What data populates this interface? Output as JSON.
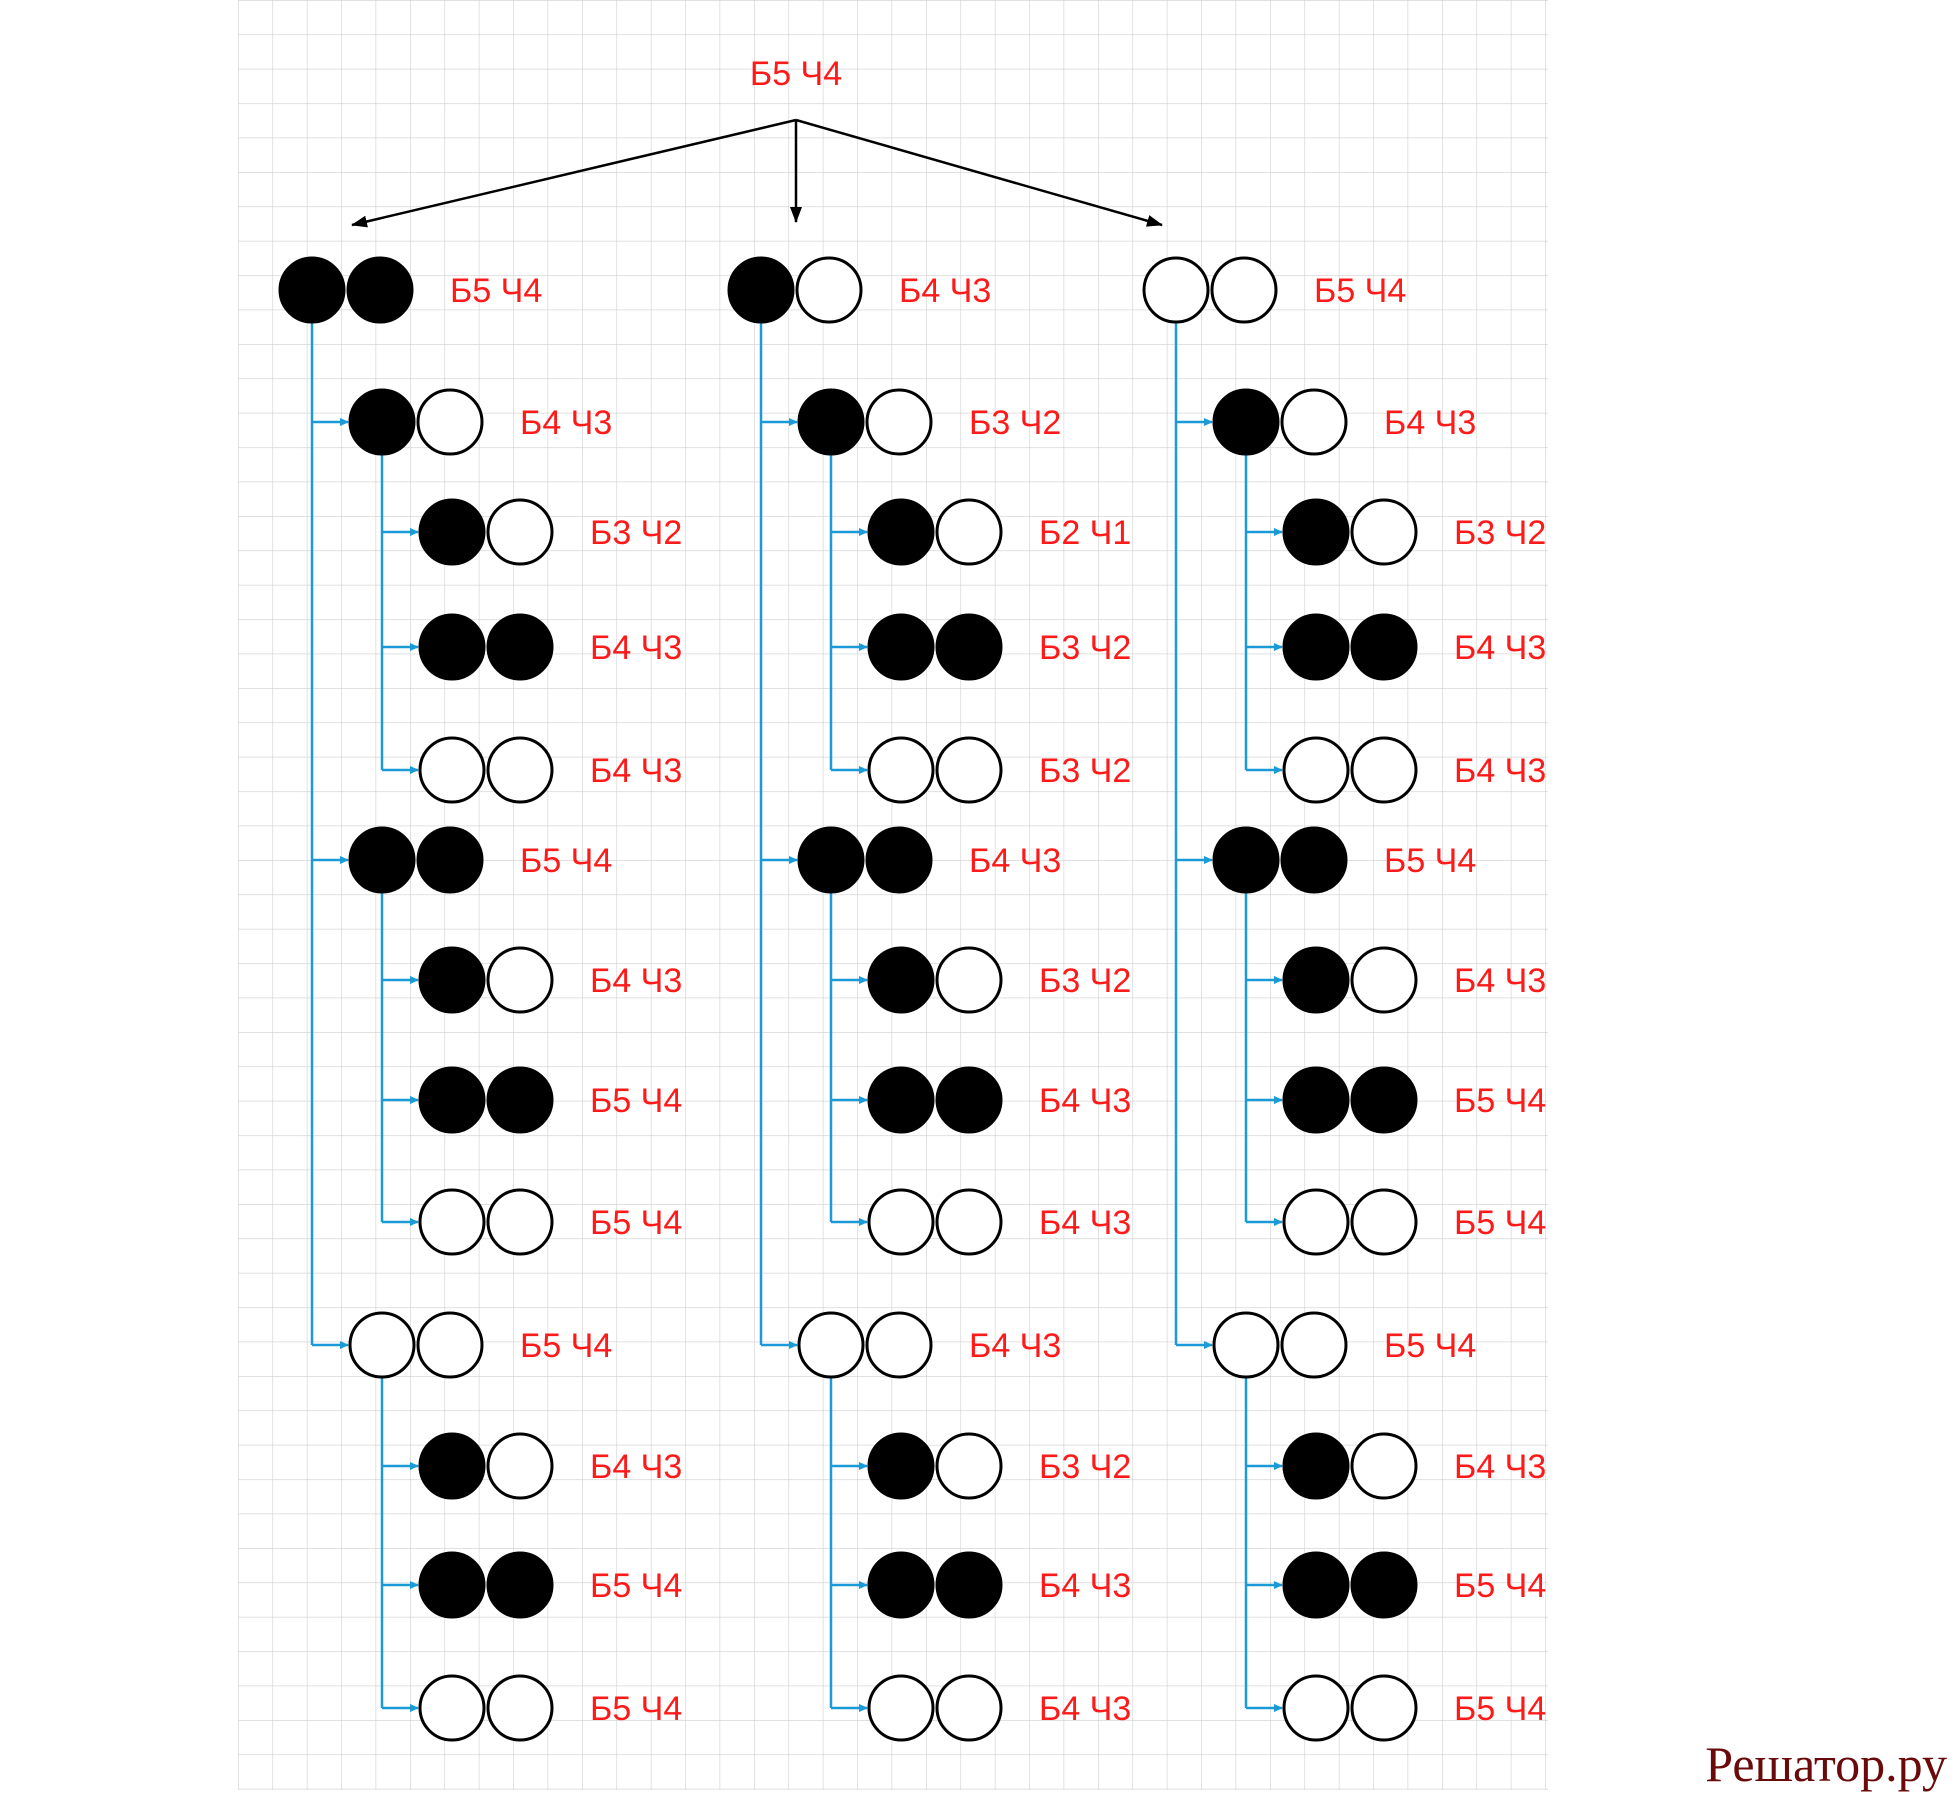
{
  "root_label": "Б5 Ч4",
  "branches": [
    {
      "head": {
        "balls": [
          "black",
          "black"
        ],
        "label": "Б5 Ч4"
      },
      "groups": [
        {
          "head": {
            "balls": [
              "black",
              "white"
            ],
            "label": "Б4 Ч3"
          },
          "children": [
            {
              "balls": [
                "black",
                "white"
              ],
              "label": "Б3 Ч2"
            },
            {
              "balls": [
                "black",
                "black"
              ],
              "label": "Б4 Ч3"
            },
            {
              "balls": [
                "white",
                "white"
              ],
              "label": "Б4 Ч3"
            }
          ]
        },
        {
          "head": {
            "balls": [
              "black",
              "black"
            ],
            "label": "Б5 Ч4"
          },
          "children": [
            {
              "balls": [
                "black",
                "white"
              ],
              "label": "Б4 Ч3"
            },
            {
              "balls": [
                "black",
                "black"
              ],
              "label": "Б5 Ч4"
            },
            {
              "balls": [
                "white",
                "white"
              ],
              "label": "Б5 Ч4"
            }
          ]
        },
        {
          "head": {
            "balls": [
              "white",
              "white"
            ],
            "label": "Б5 Ч4"
          },
          "children": [
            {
              "balls": [
                "black",
                "white"
              ],
              "label": "Б4 Ч3"
            },
            {
              "balls": [
                "black",
                "black"
              ],
              "label": "Б5 Ч4"
            },
            {
              "balls": [
                "white",
                "white"
              ],
              "label": "Б5 Ч4"
            }
          ]
        }
      ]
    },
    {
      "head": {
        "balls": [
          "black",
          "white"
        ],
        "label": "Б4 Ч3"
      },
      "groups": [
        {
          "head": {
            "balls": [
              "black",
              "white"
            ],
            "label": "Б3 Ч2"
          },
          "children": [
            {
              "balls": [
                "black",
                "white"
              ],
              "label": "Б2 Ч1"
            },
            {
              "balls": [
                "black",
                "black"
              ],
              "label": "Б3 Ч2"
            },
            {
              "balls": [
                "white",
                "white"
              ],
              "label": "Б3 Ч2"
            }
          ]
        },
        {
          "head": {
            "balls": [
              "black",
              "black"
            ],
            "label": "Б4 Ч3"
          },
          "children": [
            {
              "balls": [
                "black",
                "white"
              ],
              "label": "Б3 Ч2"
            },
            {
              "balls": [
                "black",
                "black"
              ],
              "label": "Б4 Ч3"
            },
            {
              "balls": [
                "white",
                "white"
              ],
              "label": "Б4 Ч3"
            }
          ]
        },
        {
          "head": {
            "balls": [
              "white",
              "white"
            ],
            "label": "Б4 Ч3"
          },
          "children": [
            {
              "balls": [
                "black",
                "white"
              ],
              "label": "Б3 Ч2"
            },
            {
              "balls": [
                "black",
                "black"
              ],
              "label": "Б4 Ч3"
            },
            {
              "balls": [
                "white",
                "white"
              ],
              "label": "Б4 Ч3"
            }
          ]
        }
      ]
    },
    {
      "head": {
        "balls": [
          "white",
          "white"
        ],
        "label": "Б5 Ч4"
      },
      "groups": [
        {
          "head": {
            "balls": [
              "black",
              "white"
            ],
            "label": "Б4 Ч3"
          },
          "children": [
            {
              "balls": [
                "black",
                "white"
              ],
              "label": "Б3 Ч2"
            },
            {
              "balls": [
                "black",
                "black"
              ],
              "label": "Б4 Ч3"
            },
            {
              "balls": [
                "white",
                "white"
              ],
              "label": "Б4 Ч3"
            }
          ]
        },
        {
          "head": {
            "balls": [
              "black",
              "black"
            ],
            "label": "Б5 Ч4"
          },
          "children": [
            {
              "balls": [
                "black",
                "white"
              ],
              "label": "Б4 Ч3"
            },
            {
              "balls": [
                "black",
                "black"
              ],
              "label": "Б5 Ч4"
            },
            {
              "balls": [
                "white",
                "white"
              ],
              "label": "Б5 Ч4"
            }
          ]
        },
        {
          "head": {
            "balls": [
              "white",
              "white"
            ],
            "label": "Б5 Ч4"
          },
          "children": [
            {
              "balls": [
                "black",
                "white"
              ],
              "label": "Б4 Ч3"
            },
            {
              "balls": [
                "black",
                "black"
              ],
              "label": "Б5 Ч4"
            },
            {
              "balls": [
                "white",
                "white"
              ],
              "label": "Б5 Ч4"
            }
          ]
        }
      ]
    }
  ],
  "watermark": "Решатор.ру",
  "colors": {
    "label": "#ff1a1a",
    "connector": "#1a9bd8",
    "arrow": "#000000",
    "grid": "#cfcfcf",
    "ball_black": "#000000",
    "ball_white": "#ffffff"
  }
}
